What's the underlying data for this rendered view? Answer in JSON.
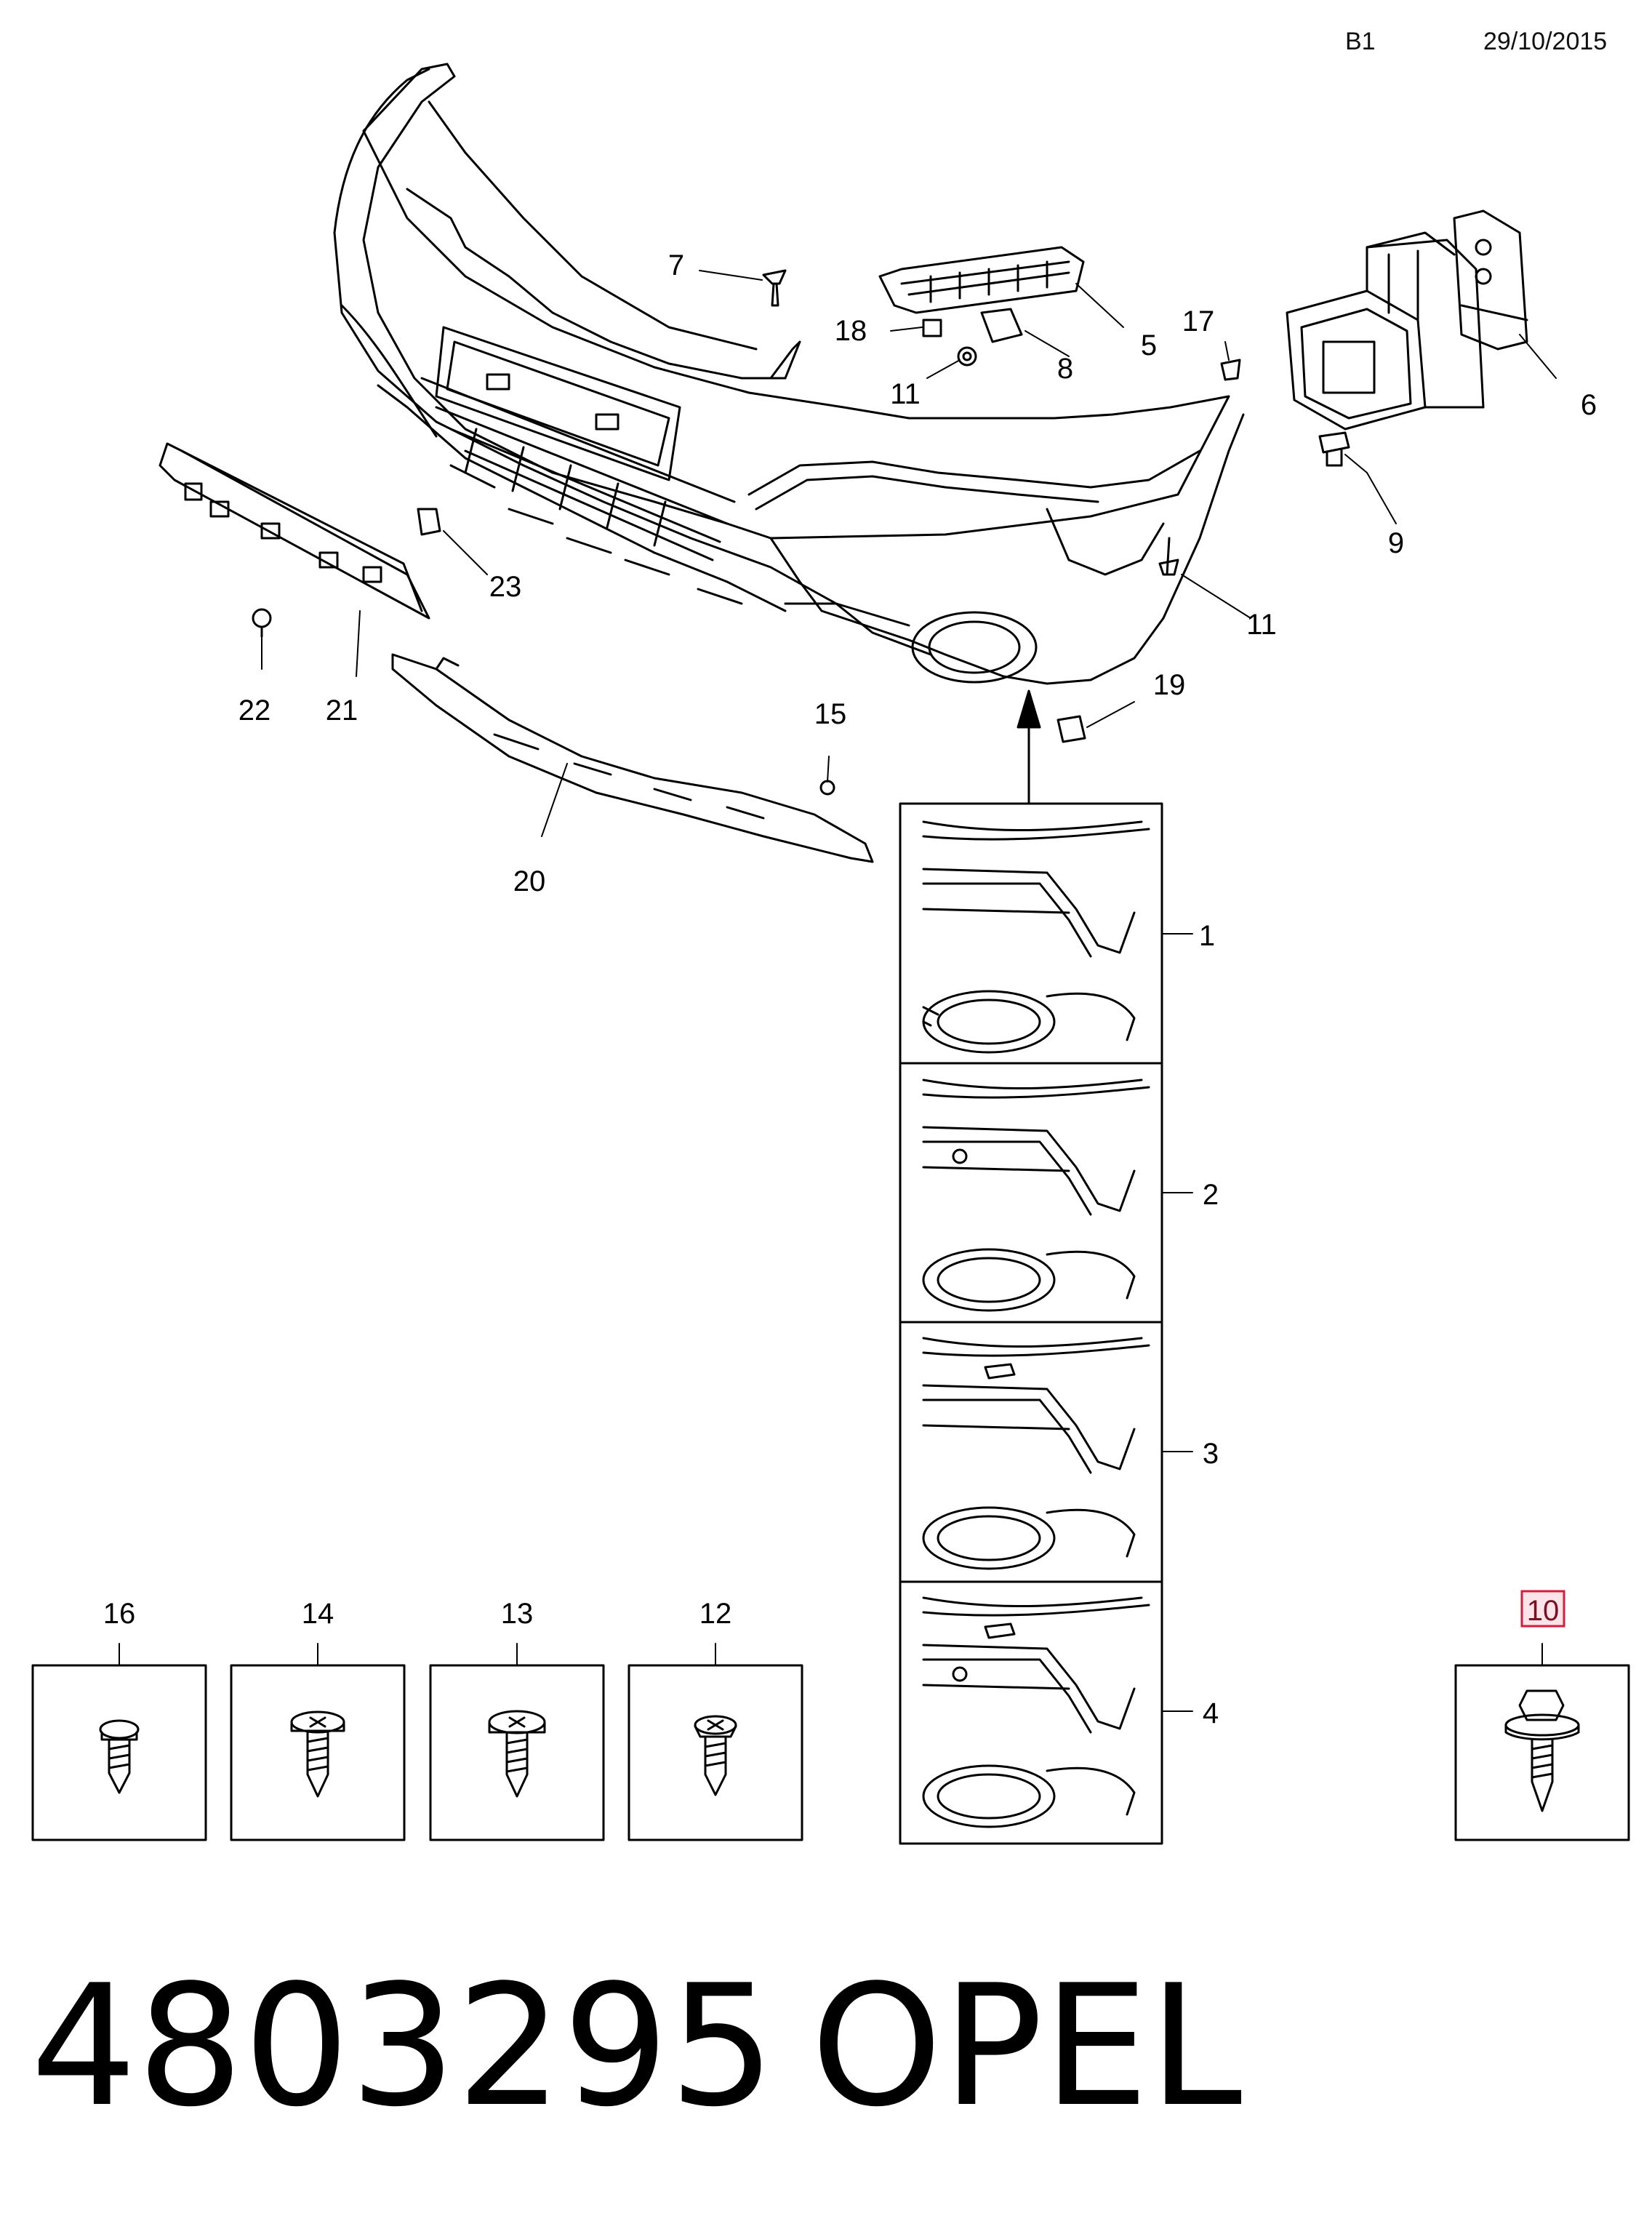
{
  "header": {
    "sheet": "B1",
    "date": "29/10/2015"
  },
  "footer": {
    "part_number": "4803295",
    "brand": "OPEL"
  },
  "callouts": [
    "7",
    "18",
    "11",
    "8",
    "5",
    "17",
    "6",
    "9",
    "11",
    "23",
    "22",
    "21",
    "15",
    "20",
    "19",
    "1",
    "2",
    "3",
    "4",
    "16",
    "14",
    "13",
    "12",
    "10"
  ],
  "highlighted_part": "10"
}
